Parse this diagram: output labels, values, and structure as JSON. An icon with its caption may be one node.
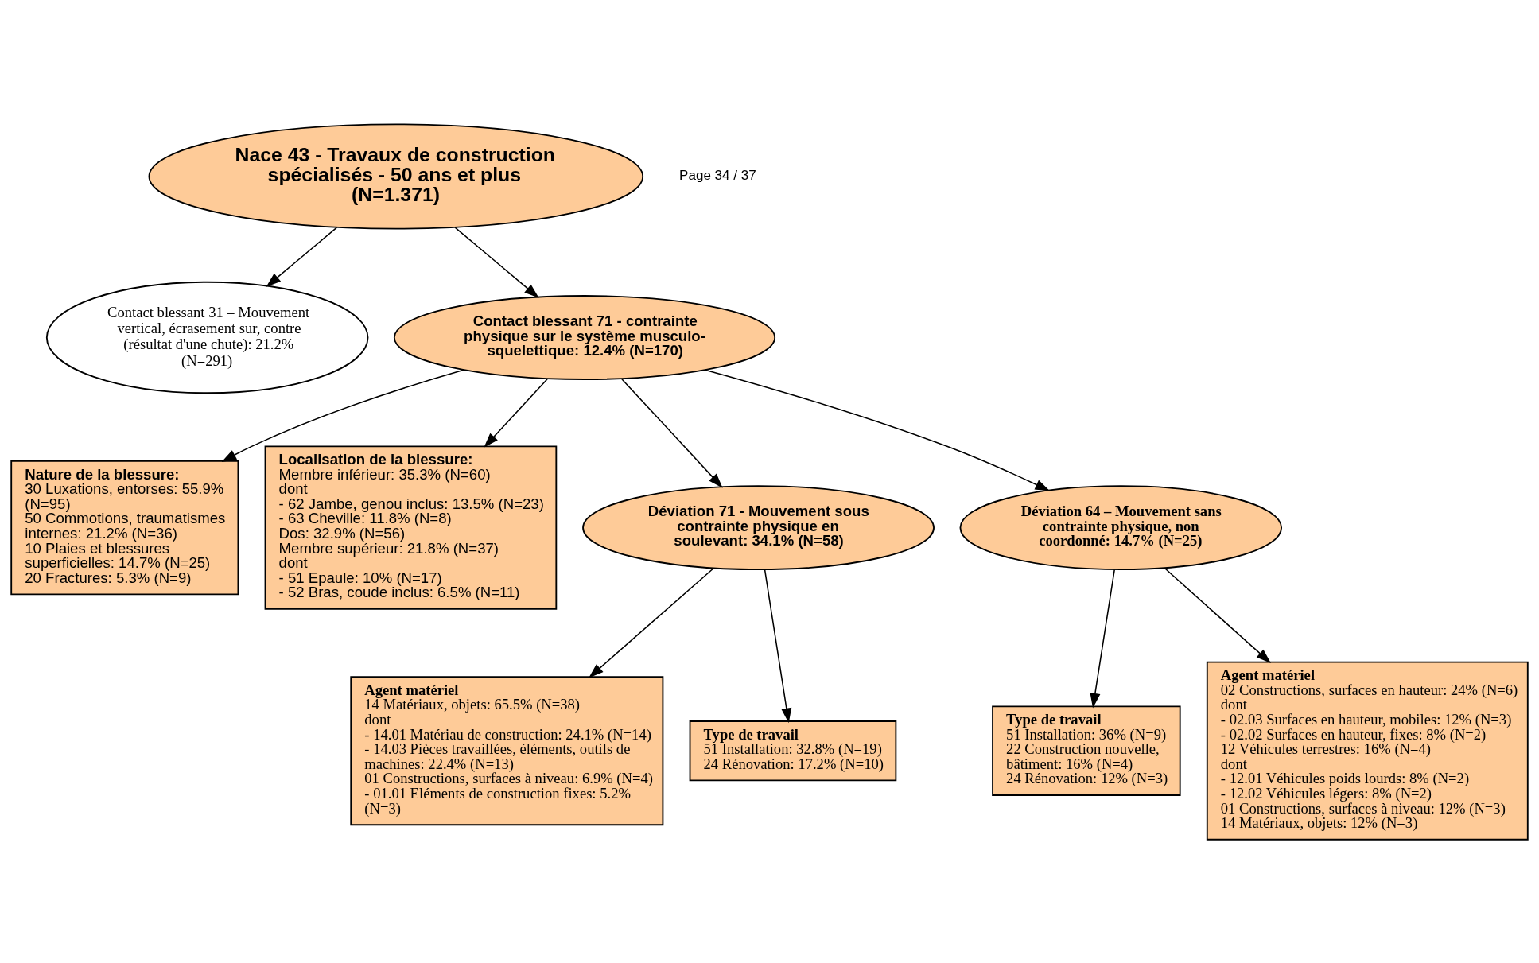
{
  "diagram": {
    "nodes": [
      {
        "text": [
          "Nace 43 - Travaux de construction spécialisés - 50 ans et plus (N=1.371)"
        ]
      },
      {
        "text": [
          "Contact blessant 31 – Mouvement vertical, écrasement sur, contre (résultat d'une chute): 21.2% (N=291)"
        ]
      },
      {
        "text": [
          "Contact blessant 71 - contrainte physique sur le système musculo-squelettique: 12.4% (N=170)"
        ]
      },
      {
        "text": [
          "Nature de la blessure:",
          "30 Luxations, entorses: 55.9% (N=95)",
          "50 Commotions, traumatismes internes: 21.2% (N=36)",
          "10 Plaies et blessures superficielles: 14.7% (N=25)",
          "20 Fractures: 5.3% (N=9)"
        ]
      },
      {
        "text": [
          "Localisation de la blessure:",
          "Membre inférieur: 35.3% (N=60)",
          "dont",
          "- 62 Jambe, genou inclus: 13.5% (N=23)",
          "- 63 Cheville: 11.8% (N=8)",
          "Dos: 32.9% (N=56)",
          "Membre supérieur: 21.8% (N=37)",
          "dont",
          "- 51 Epaule: 10% (N=17)",
          "- 52 Bras, coude inclus: 6.5% (N=11)"
        ]
      },
      {
        "text": [
          "Déviation 71 - Mouvement sous contrainte physique en soulevant: 34.1% (N=58)"
        ]
      },
      {
        "text": [
          "Déviation 64 – Mouvement sans contrainte physique, non coordonné: 14.7% (N=25)"
        ]
      },
      {
        "text": [
          "Agent matériel",
          "14 Matériaux, objets: 65.5% (N=38)",
          "dont",
          "- 14.01 Matériau de construction: 24.1% (N=14)",
          "- 14.03 Pièces travaillées, éléments, outils de machines: 22.4% (N=13)",
          "01 Constructions, surfaces à niveau: 6.9% (N=4)",
          "- 01.01 Eléments de construction fixes: 5.2% (N=3)"
        ]
      },
      {
        "text": [
          "Type de travail",
          "51 Installation: 32.8% (N=19)",
          "24 Rénovation: 17.2% (N=10)"
        ]
      },
      {
        "text": [
          "Type de travail",
          "51 Installation: 36% (N=9)",
          "22 Construction nouvelle, bâtiment: 16% (N=4)",
          "24 Rénovation: 12% (N=3)"
        ]
      },
      {
        "text": [
          "Agent matériel",
          "02 Constructions, surfaces en hauteur: 24% (N=6)",
          "dont",
          "- 02.03 Surfaces en hauteur, mobiles: 12% (N=3)",
          "- 02.02 Surfaces en hauteur, fixes: 8% (N=2)",
          "12 Véhicules terrestres: 16% (N=4)",
          "dont",
          "- 12.01 Véhicules poids lourds: 8% (N=2)",
          "- 12.02 Véhicules légers: 8% (N=2)",
          "01 Constructions, surfaces à niveau: 12% (N=3)",
          "14 Matériaux, objets: 12% (N=3)"
        ]
      }
    ],
    "edges": [
      {
        "from": 0,
        "to": 1,
        "arrow": "to"
      },
      {
        "from": 0,
        "to": 2,
        "arrow": "to"
      },
      {
        "from": 2,
        "to": 3,
        "arrow": "to"
      },
      {
        "from": 2,
        "to": 4,
        "arrow": "to"
      },
      {
        "from": 2,
        "to": 5,
        "arrow": "to"
      },
      {
        "from": 2,
        "to": 6,
        "arrow": "to"
      },
      {
        "from": 5,
        "to": 7,
        "arrow": "to"
      },
      {
        "from": 5,
        "to": 8,
        "arrow": "to"
      },
      {
        "from": 6,
        "to": 9,
        "arrow": "to"
      },
      {
        "from": 6,
        "to": 10,
        "arrow": "to"
      }
    ],
    "labels": [
      "Page 34 / 37"
    ]
  }
}
